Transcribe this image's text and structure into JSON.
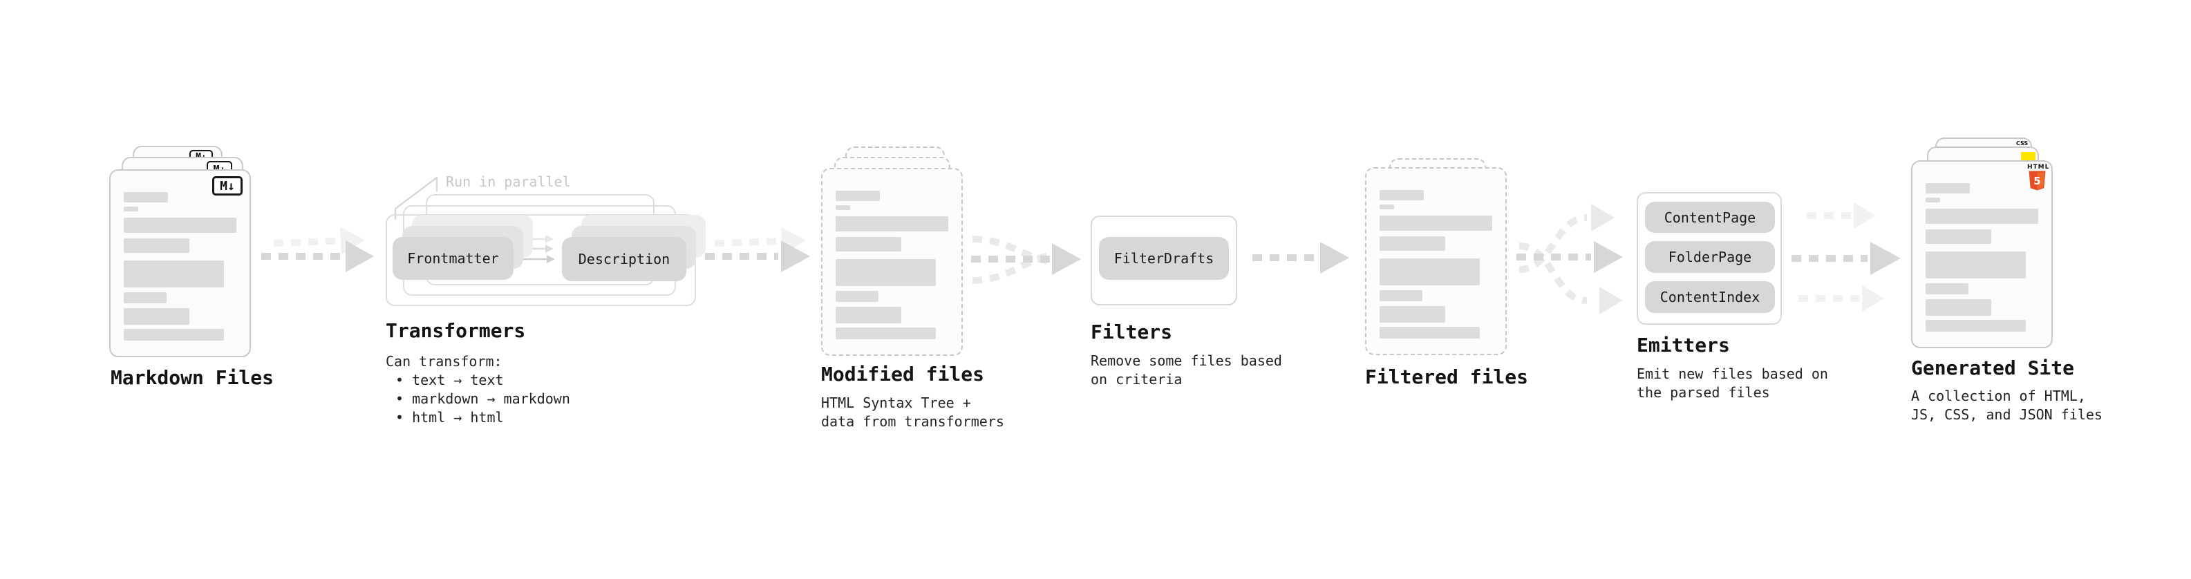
{
  "stages": {
    "markdown_files": {
      "label": "Markdown Files"
    },
    "transformers": {
      "label": "Transformers",
      "note": "Run in parallel",
      "pills": [
        "Frontmatter",
        "Description"
      ],
      "desc_heading": "Can transform:",
      "bullets": [
        "• text → text",
        "• markdown → markdown",
        "• html → html"
      ]
    },
    "modified_files": {
      "label": "Modified files",
      "desc": [
        "HTML Syntax Tree +",
        "data from transformers"
      ]
    },
    "filters": {
      "label": "Filters",
      "pill": "FilterDrafts",
      "desc": [
        "Remove some files based",
        "on criteria"
      ]
    },
    "filtered_files": {
      "label": "Filtered files"
    },
    "emitters": {
      "label": "Emitters",
      "pills": [
        "ContentPage",
        "FolderPage",
        "ContentIndex"
      ],
      "desc": [
        "Emit new files based on",
        "the parsed files"
      ]
    },
    "generated_site": {
      "label": "Generated Site",
      "desc": [
        "A collection of HTML,",
        "JS, CSS, and JSON files"
      ]
    }
  },
  "icons": {
    "markdown_badge": "M↓",
    "html5_label": "HTML",
    "html5_number": "5",
    "css_label": "CSS",
    "colors": {
      "html5": "#e44d26",
      "js": "#ffe400",
      "css": "#2864f0"
    }
  }
}
